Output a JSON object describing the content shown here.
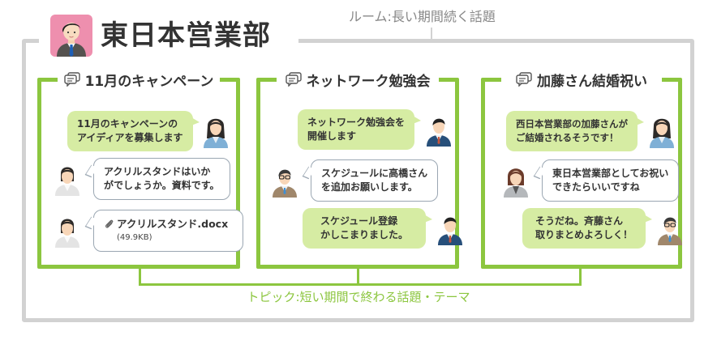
{
  "room": {
    "title": "東日本営業部",
    "icon": "businessman-avatar-icon",
    "label": "ルーム:長い期間続く話題",
    "frame_color": "#d2d2d2",
    "icon_bg_color": "#ee8fae"
  },
  "topic_label": "トピック:短い期間で終わる話題・テーマ",
  "accent_color": "#8cc63f",
  "bubble_mine_color": "#d6eca3",
  "topics": [
    {
      "title": "11月のキャンペーン",
      "icon": "chat-icon",
      "messages": [
        {
          "side": "mine",
          "avatar": "woman-blue-jacket-avatar",
          "lines": [
            "11月のキャンペーンの",
            "アイディアを募集します"
          ]
        },
        {
          "side": "other",
          "avatar": "woman-white-jacket-avatar",
          "lines": [
            "アクリルスタンドはいか",
            "がでしょうか。資料です。"
          ]
        },
        {
          "side": "other",
          "avatar": "woman-white-jacket-avatar",
          "file": {
            "icon": "paperclip-icon",
            "name": "アクリルスタンド.docx",
            "size": "(49.9KB)"
          }
        }
      ]
    },
    {
      "title": "ネットワーク勉強会",
      "icon": "chat-icon",
      "messages": [
        {
          "side": "mine",
          "avatar": "man-navy-suit-avatar",
          "lines": [
            "ネットワーク勉強会を",
            "開催します"
          ]
        },
        {
          "side": "other",
          "avatar": "man-glasses-sweater-avatar",
          "lines": [
            "スケジュールに高橋さん",
            "を追加お願いします。"
          ]
        },
        {
          "side": "mine",
          "avatar": "man-navy-suit-avatar",
          "lines": [
            "スケジュール登録",
            "かしこまりました。"
          ]
        }
      ]
    },
    {
      "title": "加藤さん結婚祝い",
      "icon": "chat-icon",
      "messages": [
        {
          "side": "mine",
          "avatar": "woman-blue-jacket-avatar",
          "lines": [
            "西日本営業部の加藤さんが",
            "ご結婚されるそうです！"
          ]
        },
        {
          "side": "other",
          "avatar": "woman-gray-jacket-avatar",
          "lines": [
            "東日本営業部としてお祝い",
            "できたらいいですね"
          ]
        },
        {
          "side": "mine",
          "avatar": "man-glasses-sweater-avatar",
          "lines": [
            "そうだね。斉藤さん",
            "取りまとめよろしく！"
          ]
        }
      ]
    }
  ]
}
